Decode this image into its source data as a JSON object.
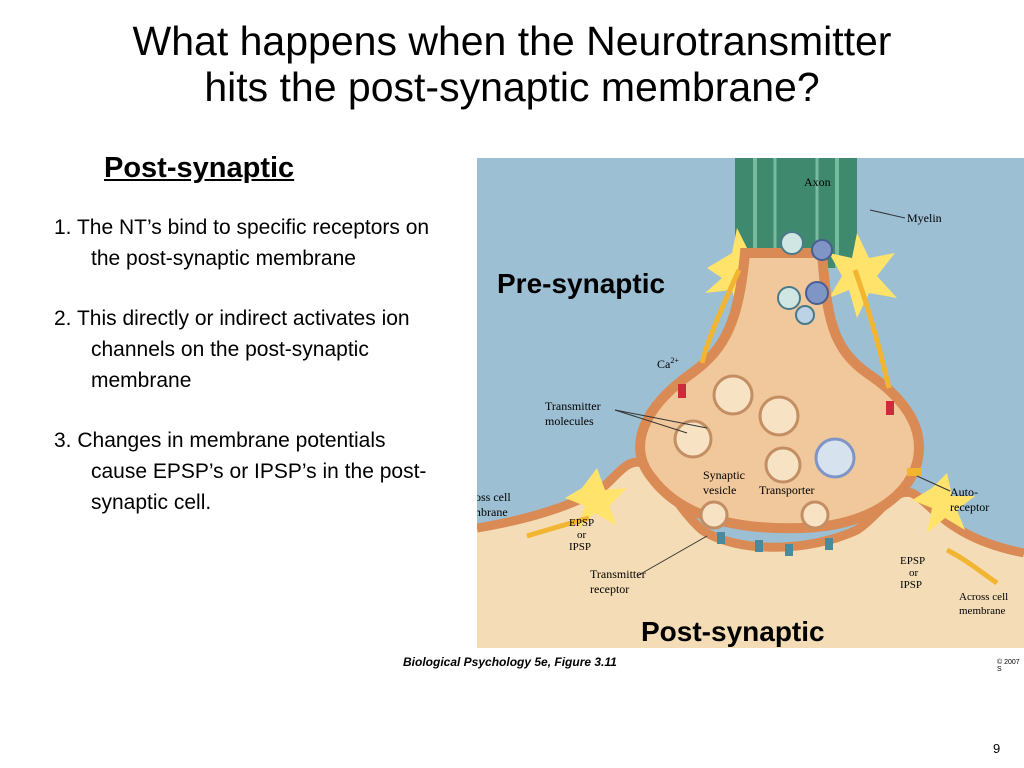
{
  "slide": {
    "title_line1": "What happens when the Neurotransmitter",
    "title_line2": "hits the post-synaptic membrane?",
    "subheading": "Post-synaptic",
    "points": [
      "1. The NT’s bind to specific receptors on the post-synaptic membrane",
      "2. This directly or indirect activates ion channels on the post-synaptic membrane",
      "3. Changes in membrane potentials cause EPSP’s or IPSP’s in the post-synaptic cell."
    ],
    "page_number": "9"
  },
  "figure": {
    "overlay_pre": "Pre-synaptic",
    "overlay_post": "Post-synaptic",
    "labels": {
      "axon": "Axon",
      "myelin": "Myelin",
      "ca": "Ca",
      "ca_sup": "2+",
      "transmitter_molecules_1": "Transmitter",
      "transmitter_molecules_2": "molecules",
      "synaptic_vesicle_1": "Synaptic",
      "synaptic_vesicle_2": "vesicle",
      "transporter": "Transporter",
      "autoreceptor_1": "Auto-",
      "autoreceptor_2": "receptor",
      "across_left_1": "Across cell",
      "across_left_2": "membrane",
      "across_right_1": "Across cell",
      "across_right_2": "membrane",
      "epsp_left_1": "EPSP",
      "epsp_left_2": "or",
      "epsp_left_3": "IPSP",
      "epsp_right_1": "EPSP",
      "epsp_right_2": "or",
      "epsp_right_3": "IPSP",
      "transmitter_receptor_1": "Transmitter",
      "transmitter_receptor_2": "receptor"
    },
    "caption": "Biological Psychology 5e, Figure 3.11",
    "copyright": "© 2007 S"
  },
  "colors": {
    "background_blue": "#9dbfd3",
    "terminal": "#f1c89c",
    "membrane": "#d98a55",
    "axon_green": "#3f8a6e",
    "flash": "#ffe36b",
    "arrow_yellow": "#f2b531",
    "receptor_red": "#cc2b3a"
  }
}
